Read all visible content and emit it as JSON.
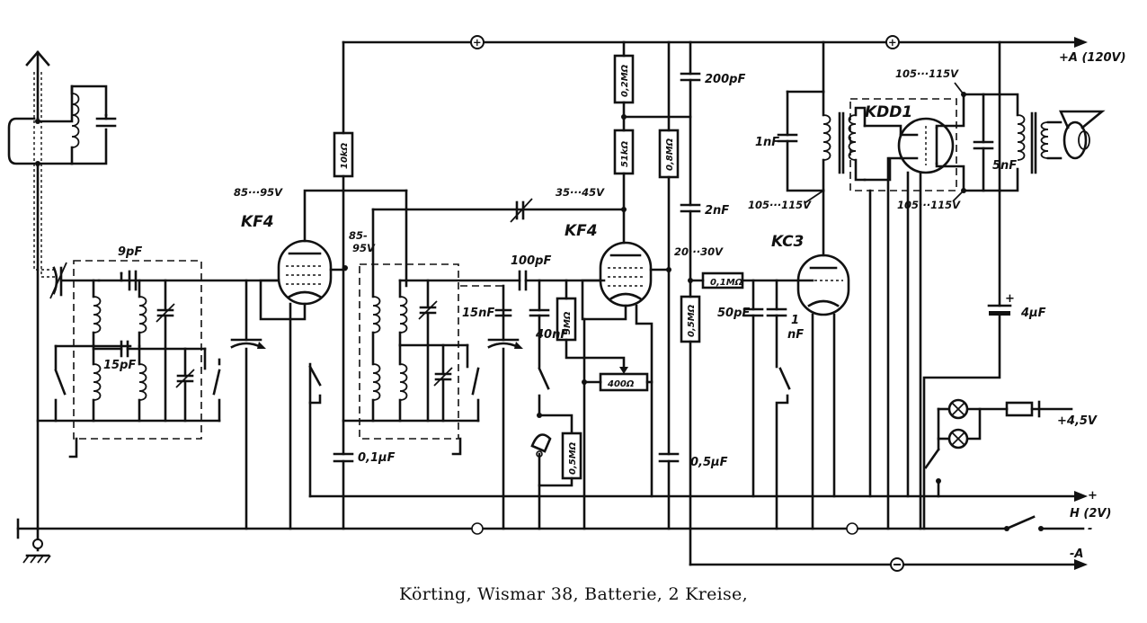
{
  "caption": "Körting, Wismar 38, Batterie, 2 Kreise,",
  "tubes": [
    {
      "id": "v1",
      "type": "KF4",
      "voltage": "85···95V"
    },
    {
      "id": "v2",
      "type": "KF4",
      "voltage": "35···45V"
    },
    {
      "id": "v3",
      "type": "KC3"
    },
    {
      "id": "v4",
      "type": "KDD1",
      "voltage_left": "105···115V",
      "voltage_right": "105···115V",
      "voltage_top": "105···115V"
    }
  ],
  "screen_voltages": {
    "v1": "85-\n95V",
    "v2": "20···30V"
  },
  "resistors": {
    "r_10k": "10kΩ",
    "r_02m": "0,2MΩ",
    "r_51k": "51kΩ",
    "r_08m": "0,8MΩ",
    "r_3m": "3MΩ",
    "r_400": "400Ω",
    "r_05m_a": "0,5MΩ",
    "r_05m_b": "0,5MΩ",
    "r_01m": "0,1MΩ"
  },
  "capacitors": {
    "c_9p": "9pF",
    "c_15p": "15pF",
    "c_100p": "100pF",
    "c_15n": "15nF",
    "c_40n": "40nF",
    "c_01u": "0,1µF",
    "c_200p": "200pF",
    "c_2n": "2nF",
    "c_05u": "0,5µF",
    "c_50p": "50pF",
    "c_1n_a": "1",
    "c_1n_b": "nF",
    "c_1nf": "1nF",
    "c_5nf": "5nF",
    "c_4u": "4µF"
  },
  "rails": {
    "plus_a": "+A (120V)",
    "h": "H (2V)",
    "minus_a": "-A",
    "plus_45": "+4,5V",
    "h_plus": "+",
    "h_minus": "-"
  }
}
